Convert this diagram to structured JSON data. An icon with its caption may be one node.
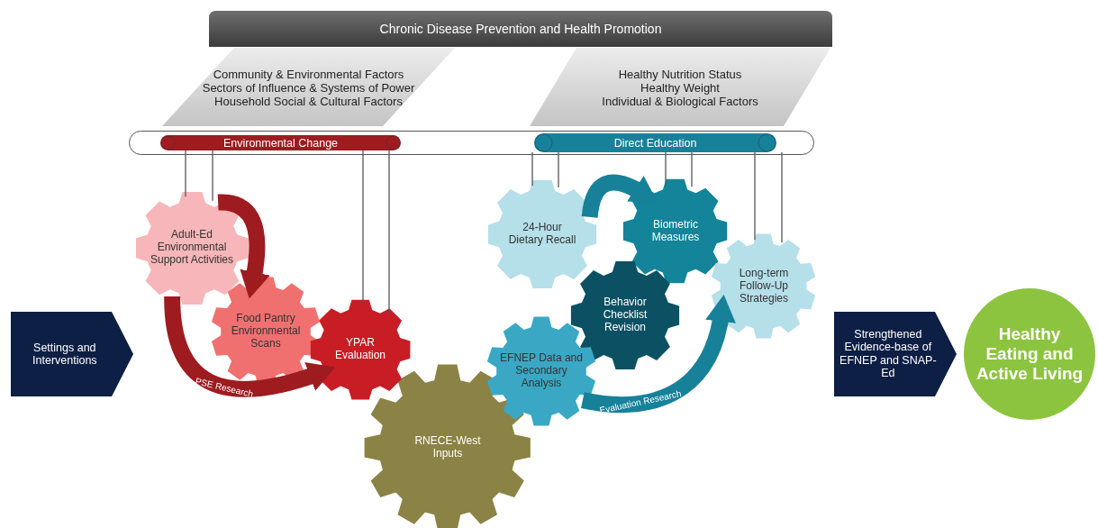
{
  "diagram": {
    "nodes": [
      {
        "text": [
          "Chronic Disease Prevention and Health Promotion"
        ]
      },
      {
        "text": [
          "Community & Environmental Factors",
          "Sectors of Influence & Systems of Power",
          "Household Social & Cultural Factors"
        ]
      },
      {
        "text": [
          "Healthy Nutrition Status",
          "Healthy Weight",
          "Individual & Biological Factors"
        ]
      },
      {
        "text": [],
        "shape": "box"
      },
      {
        "text": [
          "Environmental Change"
        ],
        "in": 3
      },
      {
        "text": [
          "Direct Education"
        ],
        "in": 3
      },
      {
        "text": [
          "Adult-Ed Environmental Support Activities"
        ]
      },
      {
        "text": [
          "Food Pantry Environmental Scans"
        ]
      },
      {
        "text": [
          "YPAR Evaluation"
        ]
      },
      {
        "text": [
          "RNECE-West Inputs"
        ]
      },
      {
        "text": [
          "24-Hour Dietary Recall"
        ]
      },
      {
        "text": [
          "Biometric Measures"
        ]
      },
      {
        "text": [
          "Behavior Checklist Revision"
        ]
      },
      {
        "text": [
          "EFNEP Data and Secondary Analysis"
        ]
      },
      {
        "text": [
          "Long-term Follow-Up Strategies"
        ]
      },
      {
        "text": [
          "Settings and Interventions"
        ]
      },
      {
        "text": [
          "Strengthened Evidence-base of EFNEP and SNAP-Ed"
        ]
      },
      {
        "text": [
          "Healthy Eating and Active Living"
        ]
      }
    ],
    "edges": [
      {
        "from": 4,
        "to": 6,
        "arrow": "none"
      },
      {
        "from": 4,
        "to": 6,
        "arrow": "none"
      },
      {
        "from": 4,
        "to": 8,
        "arrow": "none"
      },
      {
        "from": 4,
        "to": 8,
        "arrow": "none"
      },
      {
        "from": 5,
        "to": 10,
        "arrow": "none"
      },
      {
        "from": 5,
        "to": 10,
        "arrow": "none"
      },
      {
        "from": 5,
        "to": 11,
        "arrow": "none"
      },
      {
        "from": 5,
        "to": 11,
        "arrow": "none"
      },
      {
        "from": 5,
        "to": 14,
        "arrow": "none"
      },
      {
        "from": 5,
        "to": 14,
        "arrow": "none"
      },
      {
        "from": 6,
        "to": 7,
        "arrow": "to",
        "style": "thick",
        "color": "#9e1b20"
      },
      {
        "from": 6,
        "to": 8,
        "arrow": "to",
        "style": "thick",
        "color": "#9e1b20",
        "label": "PSE Research"
      },
      {
        "from": 10,
        "to": 11,
        "arrow": "to",
        "style": "thick",
        "color": "#17819a"
      },
      {
        "from": 13,
        "to": 14,
        "arrow": "to",
        "style": "thick",
        "color": "#17819a",
        "label": "Evaluation Research"
      }
    ]
  }
}
